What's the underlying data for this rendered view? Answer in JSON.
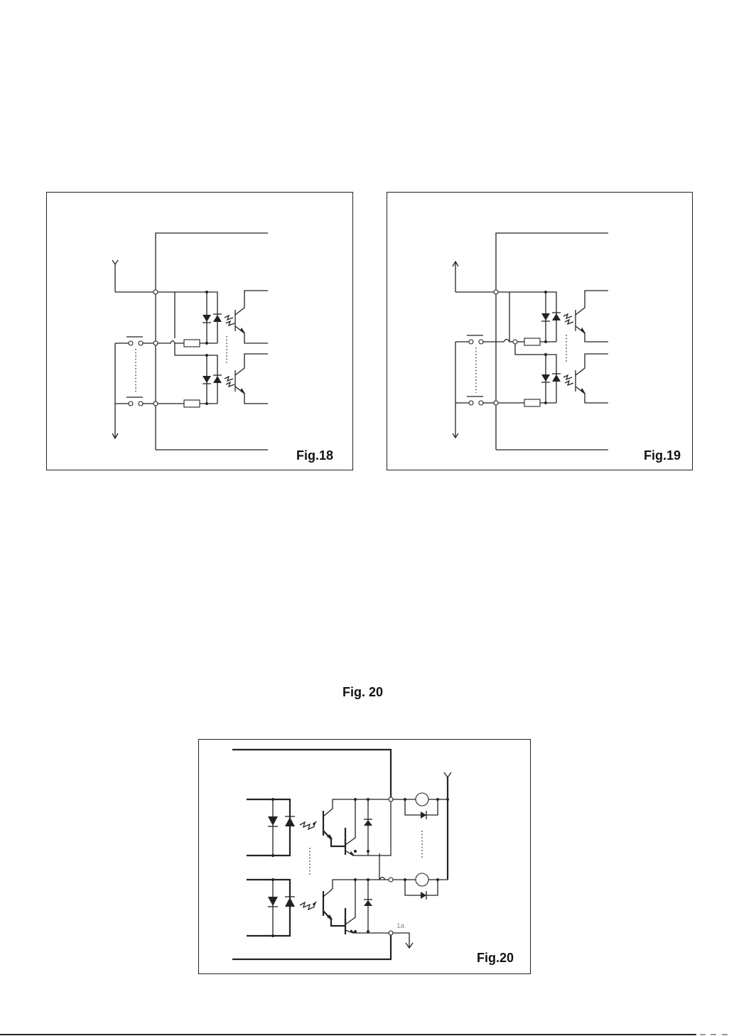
{
  "figures": {
    "fig18": {
      "label": "Fig.18"
    },
    "fig19": {
      "label": "Fig.19"
    },
    "fig20": {
      "label": "Fig.20",
      "node_label": "1a"
    }
  },
  "captions": {
    "fig20_heading": "Fig. 20"
  }
}
